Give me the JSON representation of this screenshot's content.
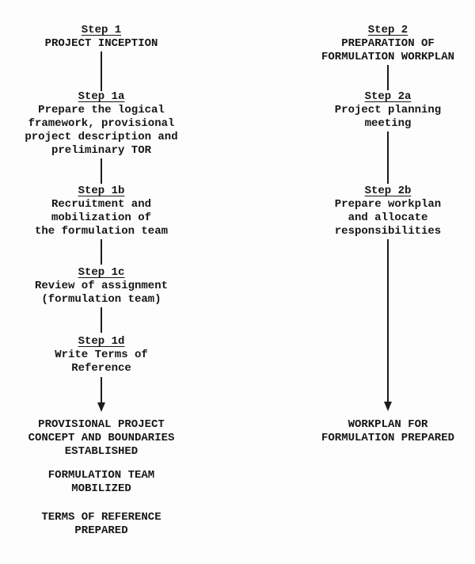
{
  "page": {
    "background": "#fdfdfd",
    "ink": "#161616",
    "type": "flowchart"
  },
  "columns": [
    {
      "name": "step-1-track",
      "nodes": [
        {
          "step": "Step 1",
          "lines": [
            "PROJECT INCEPTION"
          ]
        },
        {
          "step": "Step 1a",
          "lines": [
            "Prepare the logical",
            "framework, provisional",
            "project description and",
            "preliminary TOR"
          ]
        },
        {
          "step": "Step 1b",
          "lines": [
            "Recruitment and",
            "mobilization of",
            "the formulation team"
          ]
        },
        {
          "step": "Step 1c",
          "lines": [
            "Review of assignment",
            "(formulation team)"
          ]
        },
        {
          "step": "Step 1d",
          "lines": [
            "Write Terms of",
            "Reference"
          ]
        }
      ],
      "outcomes": [
        {
          "lines": [
            "PROVISIONAL PROJECT",
            "CONCEPT AND BOUNDARIES",
            "ESTABLISHED"
          ]
        },
        {
          "lines": [
            "FORMULATION TEAM",
            "MOBILIZED"
          ]
        },
        {
          "lines": [
            "TERMS OF REFERENCE",
            "PREPARED"
          ]
        }
      ]
    },
    {
      "name": "step-2-track",
      "nodes": [
        {
          "step": "Step 2",
          "lines": [
            "PREPARATION OF",
            "FORMULATION WORKPLAN"
          ]
        },
        {
          "step": "Step 2a",
          "lines": [
            "Project planning",
            "meeting"
          ]
        },
        {
          "step": "Step 2b",
          "lines": [
            "Prepare workplan",
            "and allocate",
            "responsibilities"
          ]
        }
      ],
      "outcomes": [
        {
          "lines": [
            "WORKPLAN FOR",
            "FORMULATION PREPARED"
          ]
        }
      ]
    }
  ]
}
